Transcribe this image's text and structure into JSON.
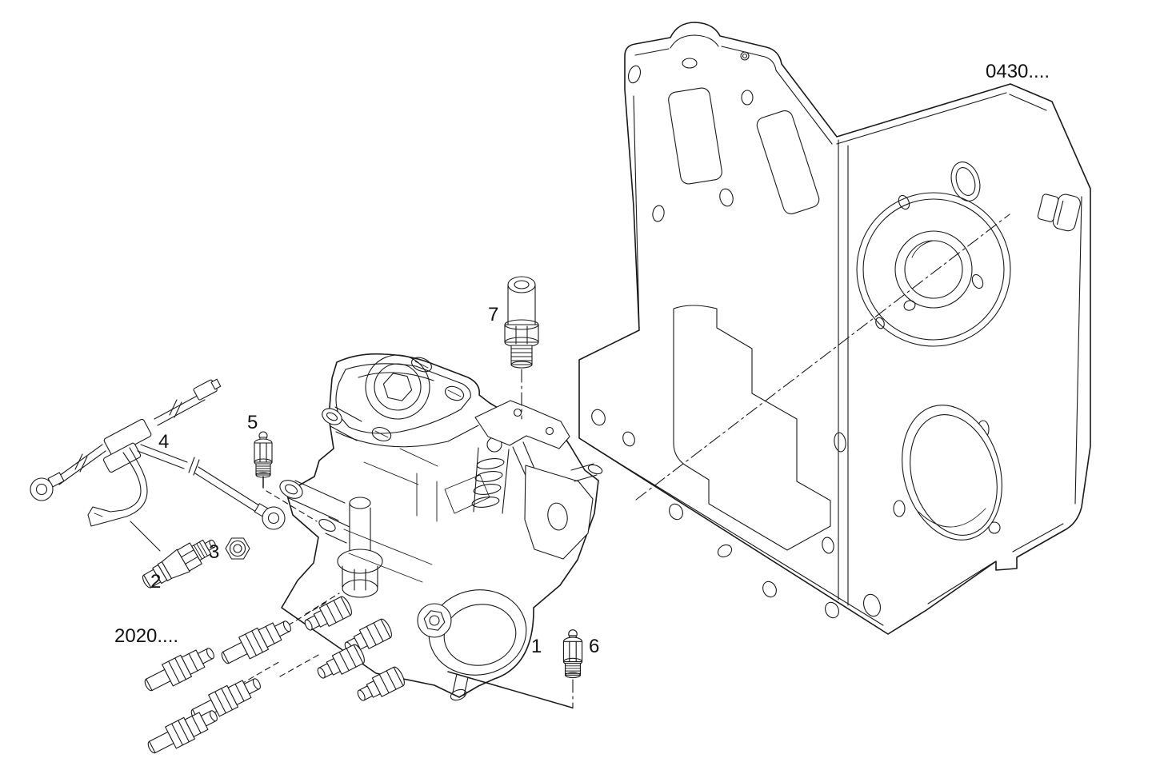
{
  "figure": {
    "type": "exploded-parts-diagram",
    "colors": {
      "background": "#ffffff",
      "line": "#1a1a1a"
    },
    "ref_labels": [
      {
        "id": "timing-case-group",
        "text": "0430...."
      },
      {
        "id": "injection-lines-group",
        "text": "2020...."
      }
    ],
    "callouts": [
      {
        "num": "1"
      },
      {
        "num": "2"
      },
      {
        "num": "3"
      },
      {
        "num": "4"
      },
      {
        "num": "5"
      },
      {
        "num": "6"
      },
      {
        "num": "7"
      }
    ]
  }
}
